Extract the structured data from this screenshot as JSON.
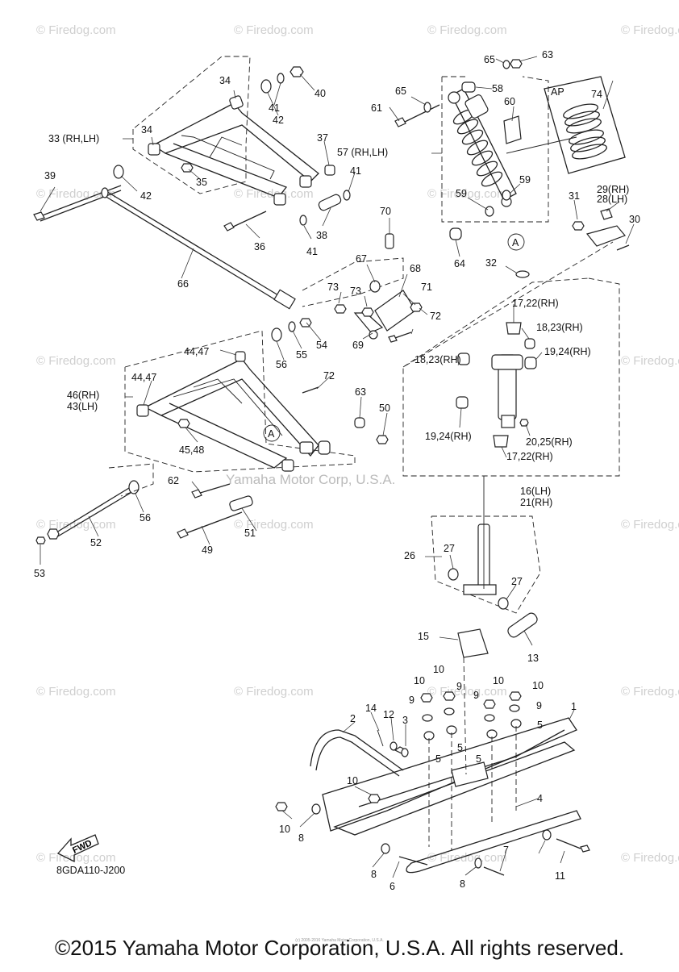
{
  "diagram_code": "8GDA110-J200",
  "fwd_label": "FWD",
  "copyright": "©2015 Yamaha Motor Corporation, U.S.A. All rights reserved.",
  "tiny_credit": "(c) 2005-2016 Yamaha Motor Corporation, U.S.A.",
  "watermarks": [
    "© Firedog.com",
    "Yamaha Motor Corp, U.S.A."
  ],
  "assembly_group": "AP",
  "reference_mark": "A",
  "callouts": [
    "1",
    "2",
    "3",
    "4",
    "5",
    "6",
    "7",
    "8",
    "9",
    "10",
    "11",
    "12",
    "13",
    "14",
    "15",
    "26",
    "27",
    "30",
    "31",
    "32",
    "34",
    "35",
    "36",
    "37",
    "38",
    "39",
    "40",
    "41",
    "42",
    "49",
    "50",
    "51",
    "52",
    "53",
    "56",
    "58",
    "59",
    "60",
    "61",
    "62",
    "63",
    "64",
    "65",
    "66",
    "67",
    "68",
    "69",
    "70",
    "71",
    "72",
    "73",
    "74",
    "33 (RH,LH)",
    "57 (RH,LH)",
    "29(RH)",
    "28(LH)",
    "17,22(RH)",
    "18,23(RH)",
    "19,24(RH)",
    "20,25(RH)",
    "44,47",
    "45,48",
    "46(RH)",
    "43(LH)",
    "16(LH)",
    "21(RH)",
    "54",
    "55"
  ]
}
